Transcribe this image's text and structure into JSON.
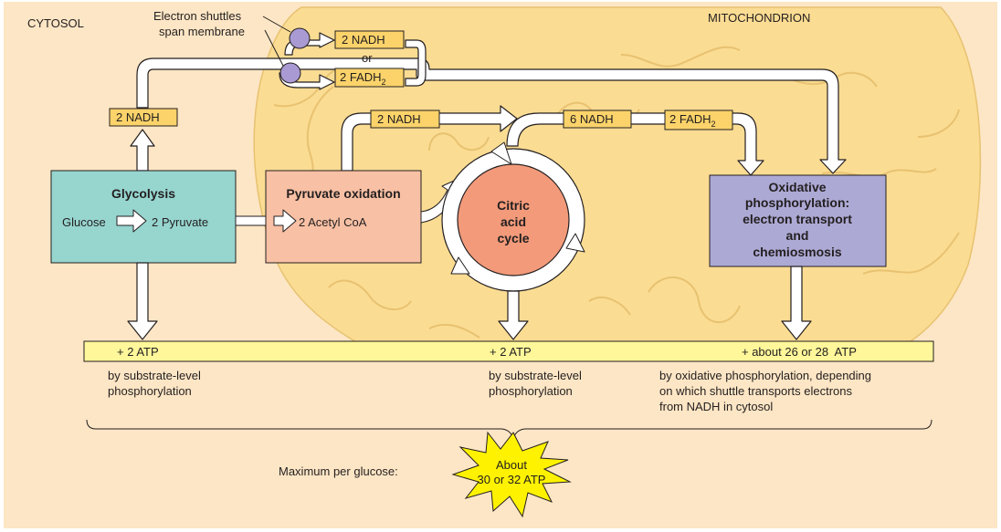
{
  "regions": {
    "cytosol": "CYTOSOL",
    "mitochondrion": "MITOCHONDRION"
  },
  "shuttle": {
    "label_line1": "Electron shuttles",
    "label_line2": "span membrane",
    "nadh": "2 NADH",
    "or": "or",
    "fadh_prefix": "2 FADH",
    "fadh_sub": "2"
  },
  "glycolysis": {
    "title": "Glycolysis",
    "input": "Glucose",
    "output": "2 Pyruvate",
    "nadh": "2 NADH"
  },
  "pyruvate_oxidation": {
    "title": "Pyruvate oxidation",
    "output": "2 Acetyl CoA",
    "nadh": "2 NADH"
  },
  "citric_acid_cycle": {
    "line1": "Citric",
    "line2": "acid",
    "line3": "cycle",
    "nadh": "6 NADH",
    "fadh_prefix": "2 FADH",
    "fadh_sub": "2"
  },
  "oxphos": {
    "line1": "Oxidative",
    "line2": "phosphorylation:",
    "line3": "electron transport",
    "line4": "and",
    "line5": "chemiosmosis"
  },
  "atp": {
    "glycolysis": "+ 2 ATP",
    "citric": "+ 2 ATP",
    "oxphos": "+ about 26 or 28  ATP"
  },
  "notes": {
    "glycolysis_line1": "by substrate-level",
    "glycolysis_line2": "phosphorylation",
    "citric_line1": "by substrate-level",
    "citric_line2": "phosphorylation",
    "oxphos_line1": "by oxidative phosphorylation, depending",
    "oxphos_line2": "on which shuttle transports electrons",
    "oxphos_line3": "from NADH in cytosol"
  },
  "total": {
    "label": "Maximum per glucose:",
    "line1": "About",
    "line2": "30 or 32 ATP"
  },
  "colors": {
    "background": "#fde6c5",
    "mitochondrion": "#fbdc93",
    "cristae_stroke": "#e7c271",
    "glycolysis_box": "#97d5cf",
    "pyruvate_box": "#f8c0a4",
    "citric_circle": "#f29a7a",
    "oxphos_box": "#ada9d5",
    "carrier_box": "#fbd36a",
    "atp_bar": "#fff79a",
    "shuttle_dot": "#a99ad3",
    "starburst": "#fff200",
    "arrow_fill": "#ffffff",
    "stroke": "#231f20"
  }
}
